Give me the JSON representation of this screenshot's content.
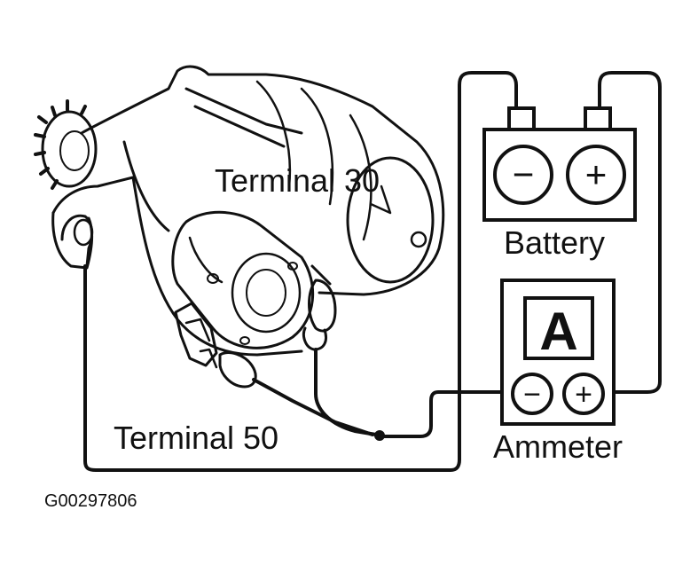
{
  "labels": {
    "terminal_30": "Terminal 30",
    "terminal_50": "Terminal 50",
    "battery": "Battery",
    "ammeter": "Ammeter",
    "ammeter_face": "A",
    "figure_code": "G00297806"
  },
  "symbols": {
    "negative": "−",
    "positive": "+"
  },
  "colors": {
    "ink": "#111111",
    "background": "#ffffff"
  }
}
